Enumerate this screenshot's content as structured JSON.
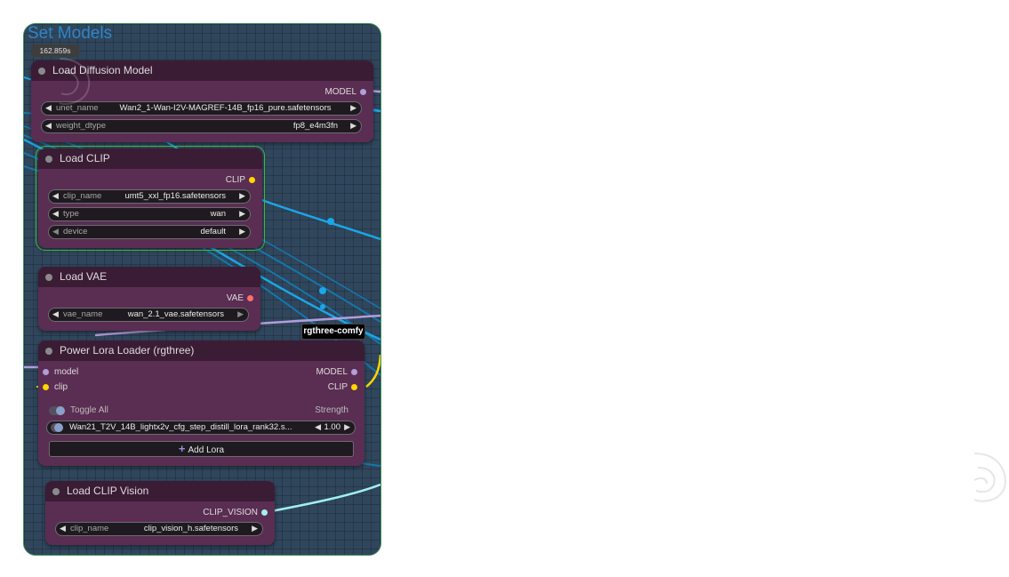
{
  "group": {
    "title": "Set Models",
    "timing": "162.859s"
  },
  "colors": {
    "node_body": "#5a2d52",
    "node_header": "#3b1c35",
    "model_socket": "#b39ddb",
    "clip_socket": "#ffd500",
    "vae_socket": "#ff6e6e",
    "clip_vision_socket": "#a1f0f0",
    "wire_blue": "#1aa7e8",
    "selected_border": "#3fb73f"
  },
  "nodes": {
    "load_diffusion": {
      "title": "Load Diffusion Model",
      "output": "MODEL",
      "widgets": [
        {
          "label": "unet_name",
          "value": "Wan2_1-Wan-I2V-MAGREF-14B_fp16_pure.safetensors"
        },
        {
          "label": "weight_dtype",
          "value": "fp8_e4m3fn"
        }
      ]
    },
    "load_clip": {
      "title": "Load CLIP",
      "output": "CLIP",
      "widgets": [
        {
          "label": "clip_name",
          "value": "umt5_xxl_fp16.safetensors"
        },
        {
          "label": "type",
          "value": "wan"
        },
        {
          "label": "device",
          "value": "default"
        }
      ]
    },
    "load_vae": {
      "title": "Load VAE",
      "output": "VAE",
      "widgets": [
        {
          "label": "vae_name",
          "value": "wan_2.1_vae.safetensors"
        }
      ]
    },
    "power_lora": {
      "title": "Power Lora Loader (rgthree)",
      "inputs": [
        "model",
        "clip"
      ],
      "outputs": [
        "MODEL",
        "CLIP"
      ],
      "toggle_all": "Toggle All",
      "strength_header": "Strength",
      "lora": {
        "name": "Wan21_T2V_14B_lightx2v_cfg_step_distill_lora_rank32.s...",
        "strength": "1.00"
      },
      "add_lora": "Add Lora"
    },
    "load_clip_vision": {
      "title": "Load CLIP Vision",
      "output": "CLIP_VISION",
      "widgets": [
        {
          "label": "clip_name",
          "value": "clip_vision_h.safetensors"
        }
      ]
    }
  },
  "tooltip": "rgthree-comfy",
  "icons": {
    "arrow_left": "◀",
    "arrow_right": "▶",
    "plus": "+",
    "logo": "rgthree-logo-icon"
  }
}
